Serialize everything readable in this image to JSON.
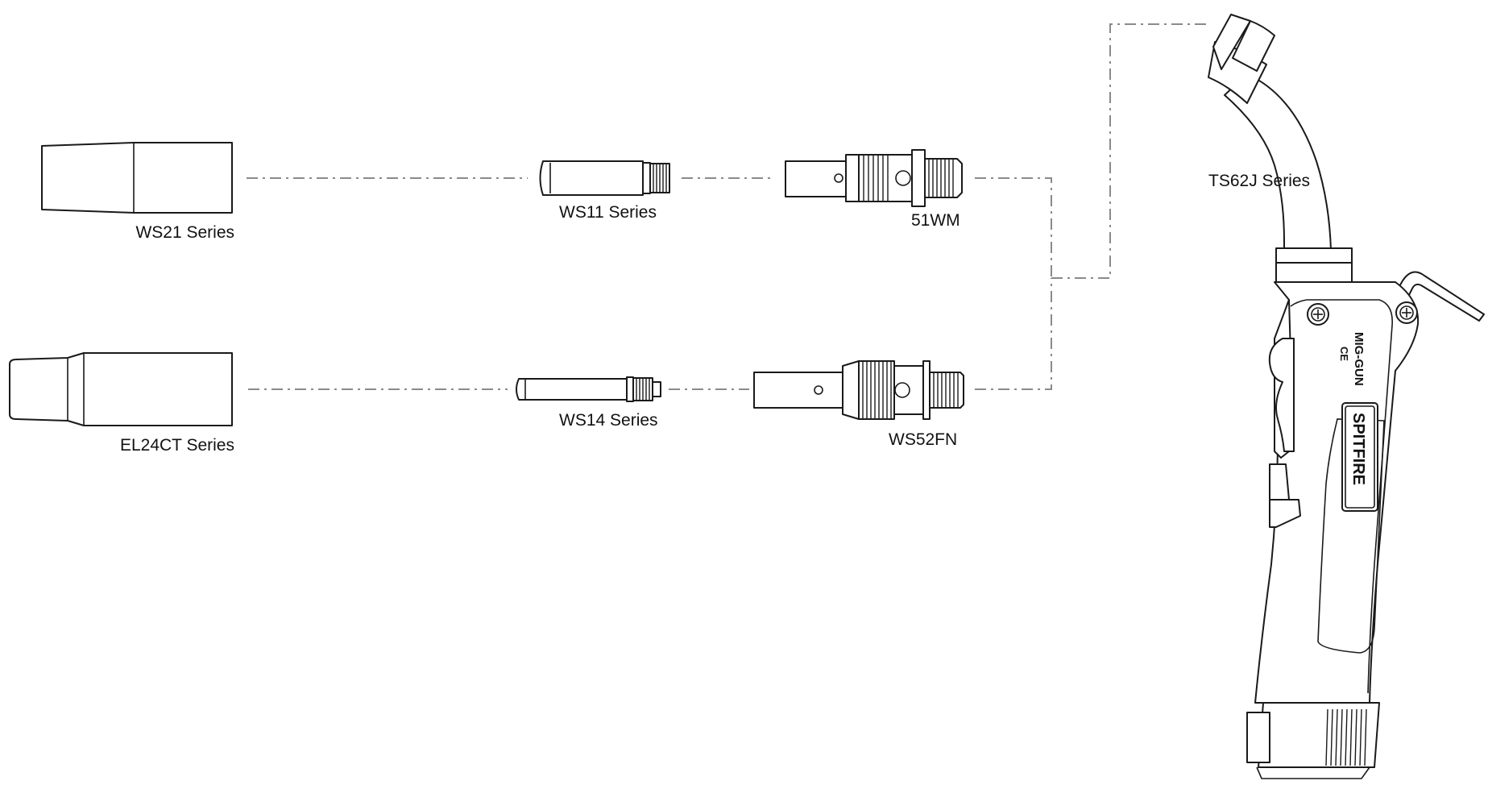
{
  "diagram": {
    "parts": {
      "ws21": {
        "label": "WS21 Series"
      },
      "el24ct": {
        "label": "EL24CT Series"
      },
      "ws11": {
        "label": "WS11 Series"
      },
      "ws14": {
        "label": "WS14 Series"
      },
      "m51wm": {
        "label": "51WM"
      },
      "ws52fn": {
        "label": "WS52FN"
      },
      "ts62j": {
        "label": "TS62J Series"
      }
    },
    "gun_markings": {
      "model": "MIG-GUN",
      "cert": "CE",
      "brand": "SPITFIRE"
    },
    "colors": {
      "line": "#1a1a1a",
      "leader": "#8a8a8a",
      "background": "#ffffff"
    }
  }
}
